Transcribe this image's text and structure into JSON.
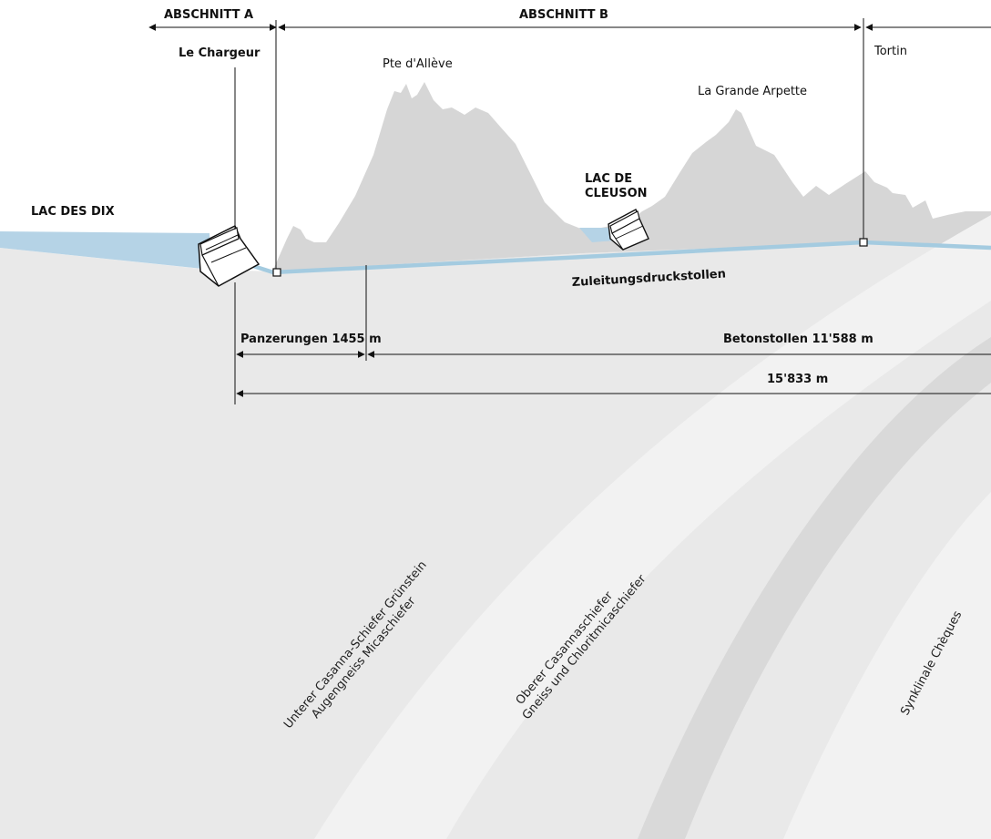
{
  "sections": {
    "a": "ABSCHNITT A",
    "b": "ABSCHNITT B"
  },
  "places": {
    "le_chargeur": "Le Chargeur",
    "pte_alleve": "Pte d'Allève",
    "la_grande_arpette": "La Grande Arpette",
    "tortin": "Tortin",
    "lac_des_dix": "LAC DES DIX",
    "lac_de_cleuson_line1": "LAC DE",
    "lac_de_cleuson_line2": "CLEUSON"
  },
  "tunnel": {
    "name": "Zuleitungsdruckstollen"
  },
  "dimensions": {
    "panzerungen": "Panzerungen 1455 m",
    "betonstollen": "Betonstollen 11'588 m",
    "total": "15'833 m"
  },
  "geology": {
    "unterer_line1": "Unterer Casanna-Schiefer Grünstein",
    "unterer_line2": "Augengneiss Micaschiefer",
    "oberer_line1": "Oberer Casannaschiefer",
    "oberer_line2": "Gneiss und Chloritmicaschiefer",
    "synklinale": "Synklinale Chèques"
  },
  "colors": {
    "water": "#b5d3e6",
    "tunnel": "#a4cbe0",
    "ground": "#e9e9e9",
    "mountains": "#d6d6d6",
    "band_light": "#f2f2f2",
    "band_dark": "#d9d9d9"
  }
}
